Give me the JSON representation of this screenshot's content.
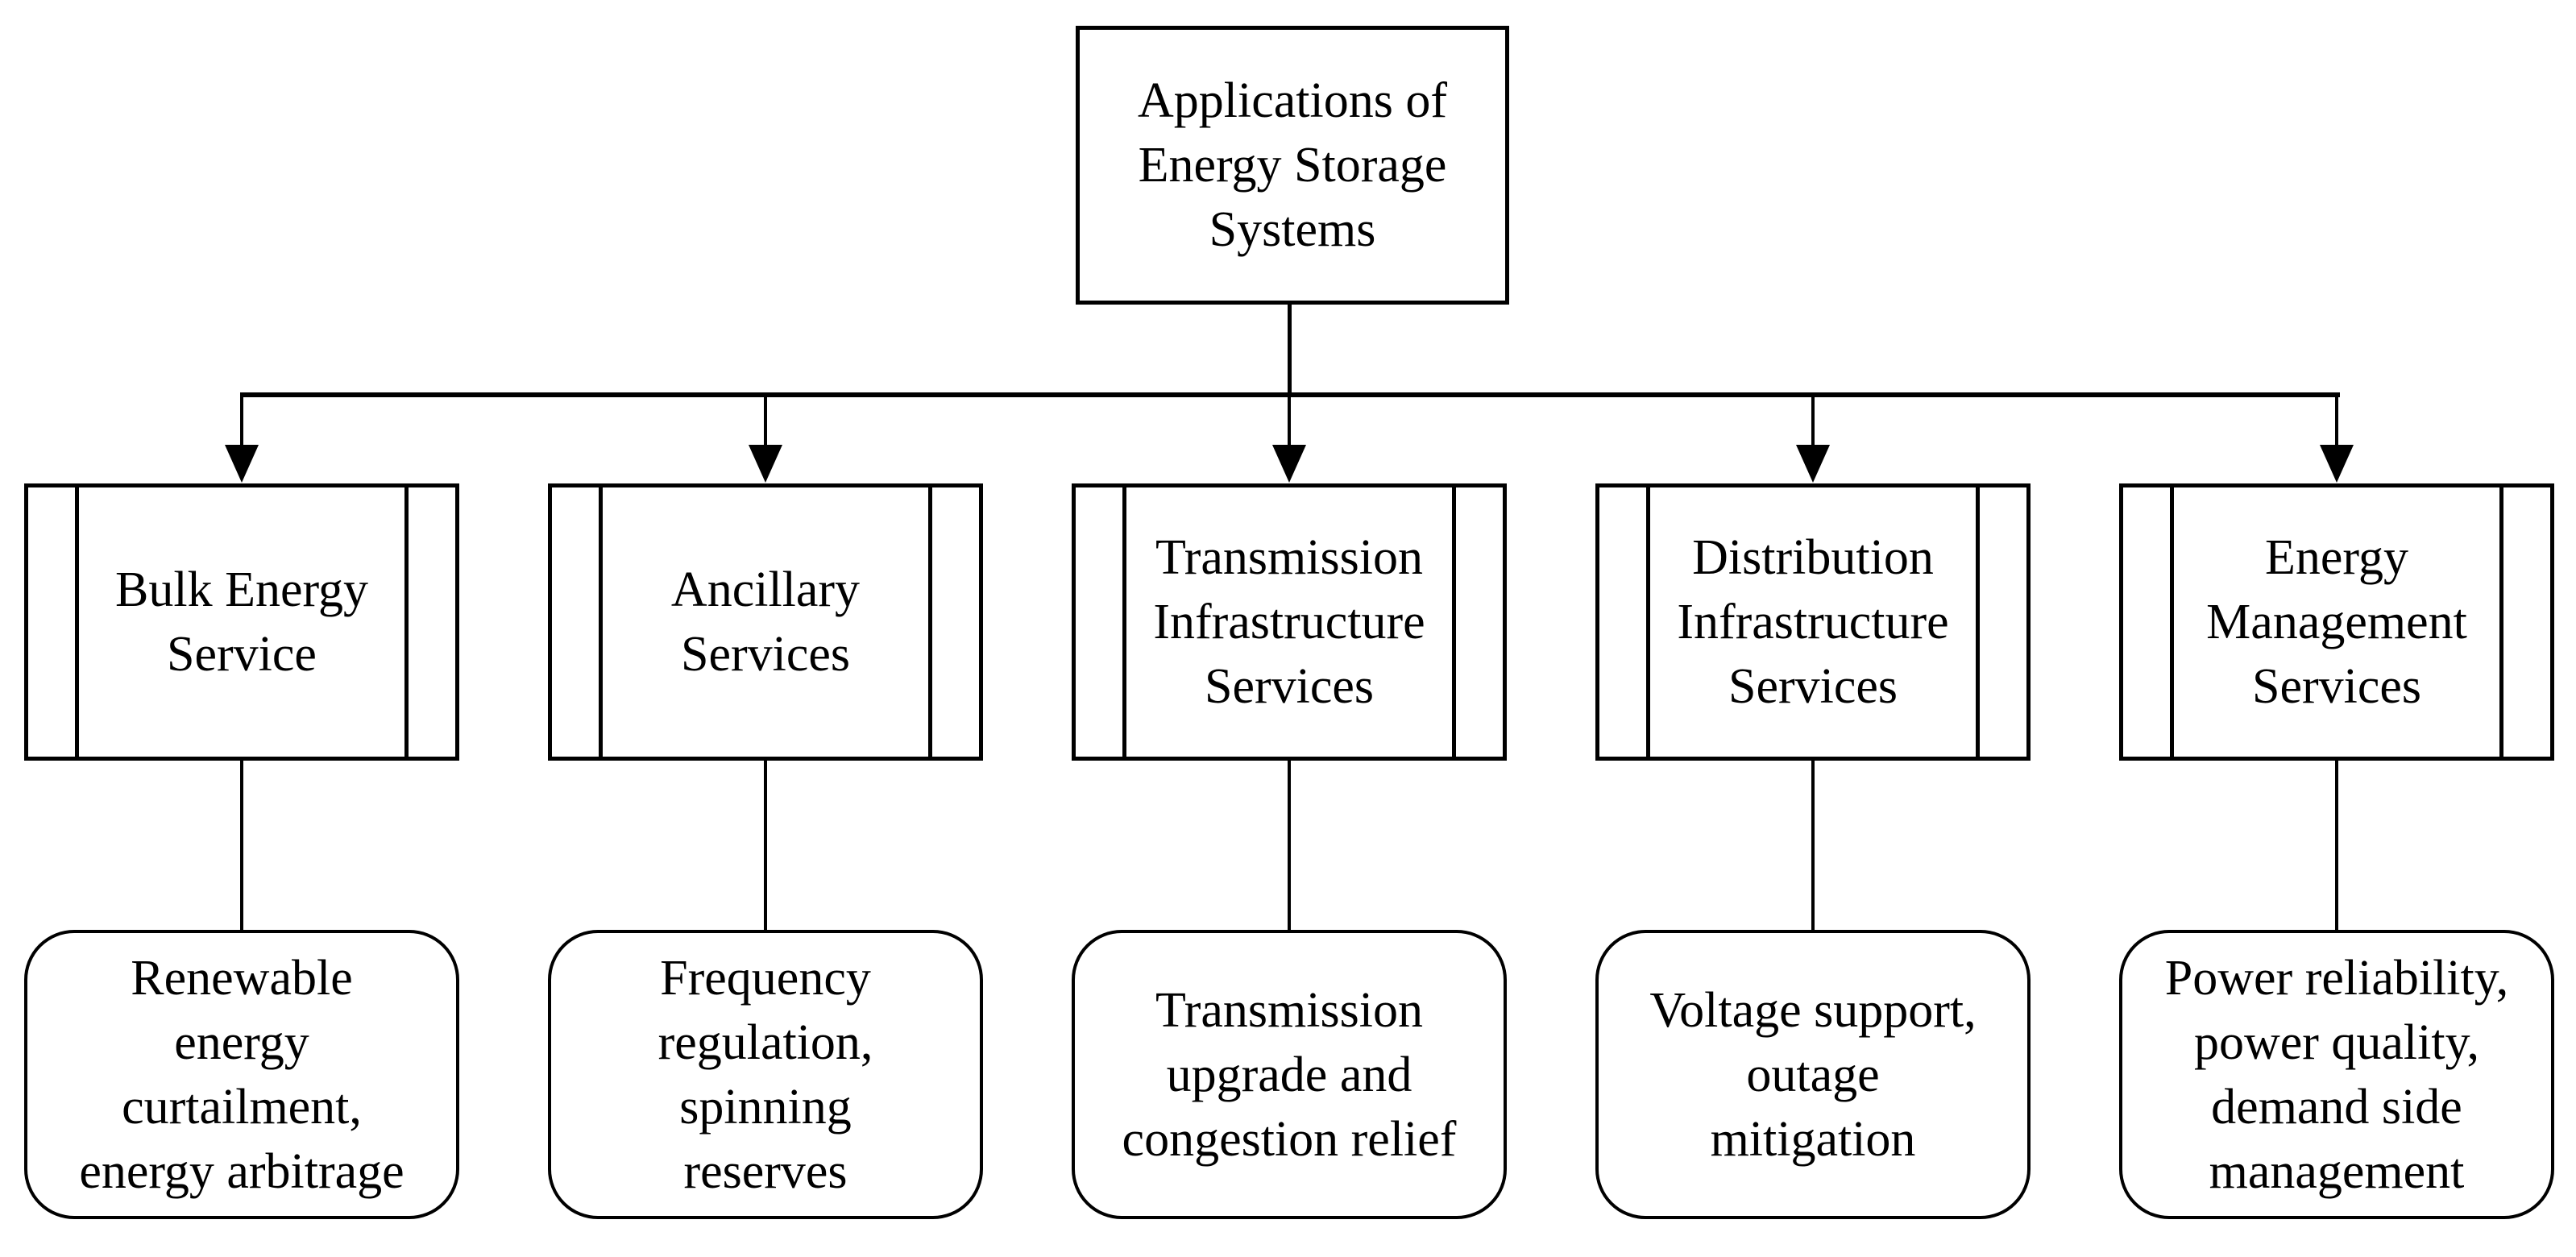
{
  "page": {
    "background_color": "#ffffff",
    "line_color": "#000000"
  },
  "diagram": {
    "type": "hierarchy-flowchart",
    "root": {
      "label": "Applications of\nEnergy Storage\nSystems"
    },
    "branches": [
      {
        "category": "Bulk Energy\nService",
        "applications": "Renewable\nenergy\ncurtailment,\nenergy arbitrage"
      },
      {
        "category": "Ancillary\nServices",
        "applications": "Frequency\nregulation,\nspinning\nreserves"
      },
      {
        "category": "Transmission\nInfrastructure\nServices",
        "applications": "Transmission\nupgrade and\ncongestion relief"
      },
      {
        "category": "Distribution\nInfrastructure\nServices",
        "applications": "Voltage support,\noutage\nmitigation"
      },
      {
        "category": "Energy\nManagement\nServices",
        "applications": "Power reliability,\npower quality,\ndemand side\nmanagement"
      }
    ]
  }
}
